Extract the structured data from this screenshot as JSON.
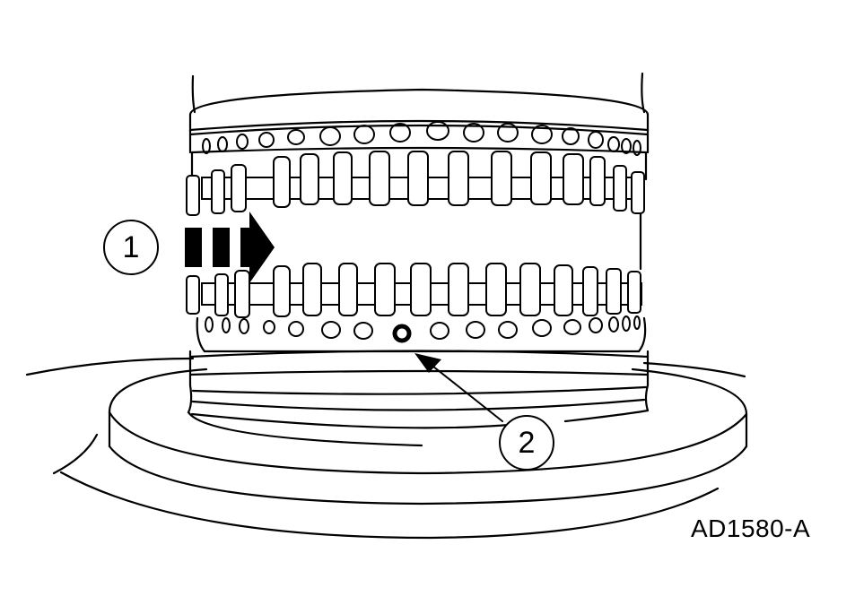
{
  "figure": {
    "id": "AD1580-A",
    "subject": "Clutch cylinder / drum with friction plates and hole ring",
    "colors": {
      "line": "#000000",
      "background": "#ffffff"
    }
  },
  "callouts": [
    {
      "number": "1",
      "label": "direction arrow (dashed, pointing right)"
    },
    {
      "number": "2",
      "label": "check ball / hole indicator"
    }
  ]
}
